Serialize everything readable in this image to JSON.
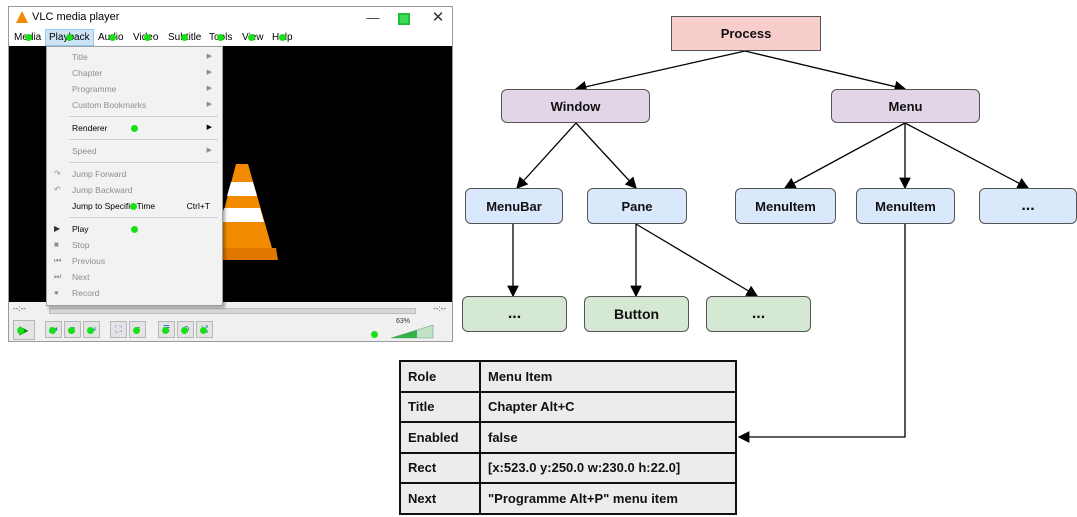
{
  "vlc": {
    "title": "VLC media player",
    "window_buttons": {
      "minimize": "—",
      "close": "✕"
    },
    "menubar": [
      "Media",
      "Playback",
      "Audio",
      "Video",
      "Subtitle",
      "Tools",
      "View",
      "Help"
    ],
    "active_menu": "Playback",
    "playback_menu": [
      {
        "label": "Title",
        "enabled": false,
        "submenu": true
      },
      {
        "label": "Chapter",
        "enabled": false,
        "submenu": true
      },
      {
        "label": "Programme",
        "enabled": false,
        "submenu": true
      },
      {
        "label": "Custom Bookmarks",
        "enabled": false,
        "submenu": true
      },
      {
        "label": "Renderer",
        "enabled": true,
        "submenu": true
      },
      {
        "label": "Speed",
        "enabled": false,
        "submenu": true
      },
      {
        "label": "Jump Forward",
        "enabled": false
      },
      {
        "label": "Jump Backward",
        "enabled": false
      },
      {
        "label": "Jump to Specific Time",
        "enabled": true,
        "shortcut": "Ctrl+T"
      },
      {
        "label": "Play",
        "enabled": true
      },
      {
        "label": "Stop",
        "enabled": false
      },
      {
        "label": "Previous",
        "enabled": false
      },
      {
        "label": "Next",
        "enabled": false
      },
      {
        "label": "Record",
        "enabled": false
      }
    ],
    "time_elapsed": "--:--",
    "time_total": "--:--",
    "volume": "63%",
    "marker_color": "#18e018"
  },
  "diagram": {
    "root": "Process",
    "level1": [
      "Window",
      "Menu"
    ],
    "window_children": [
      "MenuBar",
      "Pane"
    ],
    "menu_children": [
      "MenuItem",
      "MenuItem",
      "..."
    ],
    "menubar_children": [
      "..."
    ],
    "pane_children": [
      "Button",
      "..."
    ],
    "colors": {
      "root": "#f8cecc",
      "level1": "#e1d5e7",
      "level2": "#dae8fc",
      "leaf": "#d5e8d4"
    }
  },
  "properties": [
    {
      "key": "Role",
      "value": "Menu Item"
    },
    {
      "key": "Title",
      "value": "Chapter Alt+C"
    },
    {
      "key": "Enabled",
      "value": "false"
    },
    {
      "key": "Rect",
      "value": "[x:523.0 y:250.0 w:230.0 h:22.0]"
    },
    {
      "key": "Next",
      "value": "\"Programme Alt+P\" menu item"
    }
  ]
}
